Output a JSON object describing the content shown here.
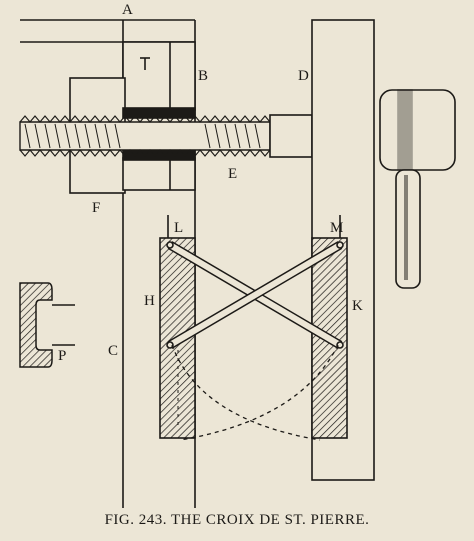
{
  "figure": {
    "caption": "FIG. 243. THE CROIX DE ST. PIERRE.",
    "labels": {
      "A": "A",
      "B": "B",
      "C": "C",
      "D": "D",
      "E": "E",
      "F": "F",
      "H": "H",
      "K": "K",
      "L": "L",
      "M": "M",
      "P": "P"
    }
  },
  "colors": {
    "paper": "#ece6d6",
    "ink": "#1c1a17"
  }
}
